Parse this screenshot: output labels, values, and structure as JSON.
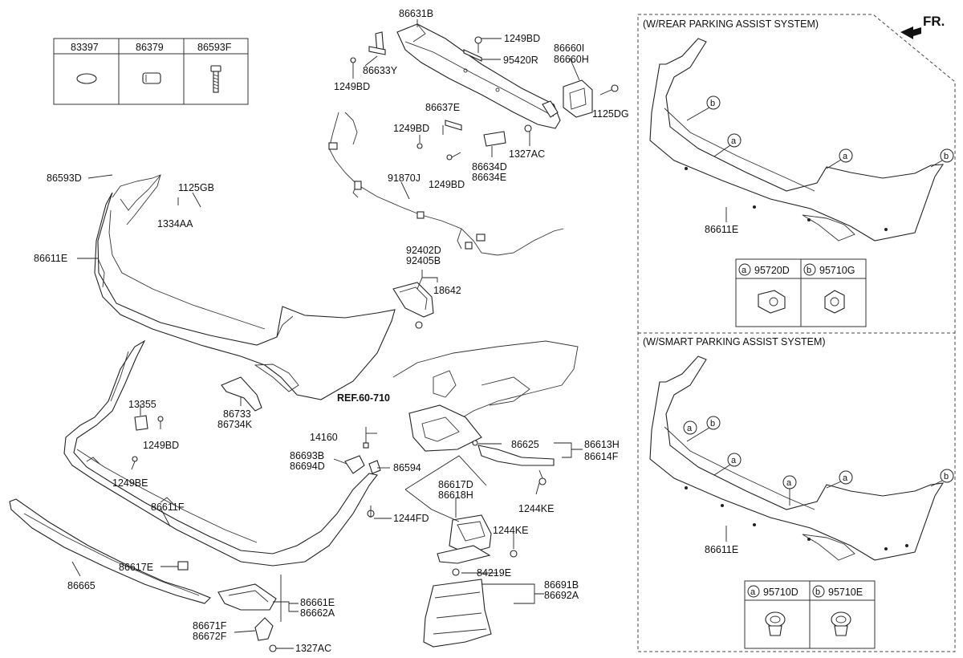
{
  "direction_label": "FR.",
  "reference_label": "REF.60-710",
  "parts_table": {
    "headers": [
      "83397",
      "86379",
      "86593F"
    ],
    "icons": [
      "oval-grommet-icon",
      "rectangular-plug-icon",
      "screw-icon"
    ]
  },
  "callouts": {
    "c86631B": "86631B",
    "c1249BD_a": "1249BD",
    "c86633Y": "86633Y",
    "c1249BD_b": "1249BD",
    "c95420R": "95420R",
    "c86660I": "86660I",
    "c86660H": "86660H",
    "c1125DG": "1125DG",
    "c86637E": "86637E",
    "c1249BD_c": "1249BD",
    "c1327AC_a": "1327AC",
    "c86634D": "86634D",
    "c86634E": "86634E",
    "c1249BD_d": "1249BD",
    "c91870J": "91870J",
    "c86593D": "86593D",
    "c1125GB": "1125GB",
    "c1334AA": "1334AA",
    "c86611E_main": "86611E",
    "c92402D": "92402D",
    "c92405B": "92405B",
    "c18642": "18642",
    "c86733": "86733",
    "c86734K": "86734K",
    "c13355": "13355",
    "c1249BD_e": "1249BD",
    "c1249BE": "1249BE",
    "c14160": "14160",
    "c86693B": "86693B",
    "c86694D": "86694D",
    "c86594": "86594",
    "c86625": "86625",
    "c86613H": "86613H",
    "c86614F": "86614F",
    "c86617D": "86617D",
    "c86618H": "86618H",
    "c1244KE_a": "1244KE",
    "c1244FD": "1244FD",
    "c1244KE_b": "1244KE",
    "c86611F": "86611F",
    "c86617E": "86617E",
    "c86665": "86665",
    "c86661E": "86661E",
    "c86662A": "86662A",
    "c86671F": "86671F",
    "c86672F": "86672F",
    "c1327AC_b": "1327AC",
    "c84219E": "84219E",
    "c86691B": "86691B",
    "c86692A": "86692A"
  },
  "panel_rear": {
    "title": "(W/REAR PARKING ASSIST SYSTEM)",
    "bumper_label": "86611E",
    "marker_a": "a",
    "marker_b": "b",
    "legend": [
      {
        "marker": "a",
        "part": "95720D",
        "icon": "parking-sensor-icon"
      },
      {
        "marker": "b",
        "part": "95710G",
        "icon": "parking-sensor-icon"
      }
    ]
  },
  "panel_smart": {
    "title": "(W/SMART PARKING ASSIST SYSTEM)",
    "bumper_label": "86611E",
    "marker_a": "a",
    "marker_b": "b",
    "legend": [
      {
        "marker": "a",
        "part": "95710D",
        "icon": "parking-sensor-icon"
      },
      {
        "marker": "b",
        "part": "95710E",
        "icon": "parking-sensor-icon"
      }
    ]
  }
}
